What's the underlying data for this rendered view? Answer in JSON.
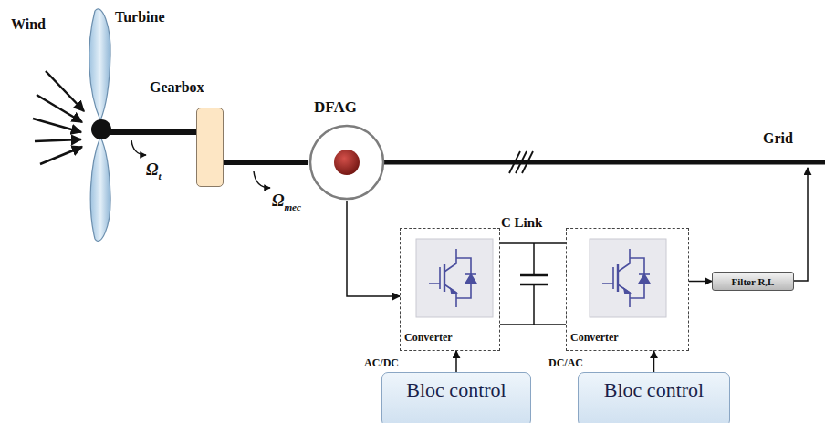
{
  "diagram": {
    "nodes": [
      {
        "text": [
          "Gearbox"
        ]
      },
      {
        "text": [
          "DFAG"
        ]
      },
      {
        "text": [
          "Converter",
          "AC/DC"
        ]
      },
      {
        "text": [
          "Converter",
          "DC/AC"
        ]
      },
      {
        "text": [
          "Filter R,L"
        ]
      },
      {
        "text": [
          "Bloc control"
        ]
      },
      {
        "text": [
          "Bloc control"
        ]
      }
    ],
    "edges": [
      {
        "from": 0,
        "to": 1,
        "arrow": "none"
      },
      {
        "from": 1,
        "to": 2,
        "arrow": "to"
      },
      {
        "from": 2,
        "to": 3,
        "arrow": "none"
      },
      {
        "from": 3,
        "to": 4,
        "arrow": "to"
      },
      {
        "from": 5,
        "to": 2,
        "arrow": "to"
      },
      {
        "from": 6,
        "to": 3,
        "arrow": "to"
      }
    ],
    "labels": [
      "Wind",
      "Turbine",
      "Ωt",
      "Ωmec",
      "C Link",
      "Grid"
    ]
  }
}
